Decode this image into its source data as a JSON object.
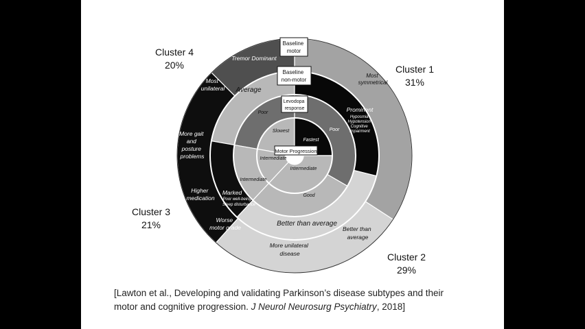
{
  "clusters": [
    {
      "name": "Cluster 1",
      "pct": "31%",
      "color": "#a3a3a3"
    },
    {
      "name": "Cluster 2",
      "pct": "29%",
      "color": "#d4d4d4"
    },
    {
      "name": "Cluster 3",
      "pct": "21%",
      "color": "#0e0e0e"
    },
    {
      "name": "Cluster 4",
      "pct": "20%",
      "color": "#4f4f4f"
    }
  ],
  "ring_titles": {
    "baseline_motor": [
      "Baseline",
      "motor"
    ],
    "baseline_nonmotor": [
      "Baseline",
      "non-motor"
    ],
    "levodopa": [
      "Levodopa",
      "response"
    ],
    "progression": "Motor Progression"
  },
  "outer_labels": {
    "c4_top": "Tremor  Dominant",
    "c4_left": [
      "Most",
      "unilateral"
    ],
    "c1": [
      "Most",
      "symmetrical"
    ],
    "c2_right": [
      "Better than",
      "average"
    ],
    "c2_bottom": [
      "More unilateral",
      "disease"
    ],
    "c3_top": [
      "More gait",
      "and",
      "posture",
      "problems"
    ],
    "c3_mid": [
      "Higher",
      "medication"
    ],
    "c3_bottom": [
      "Worse",
      "motor grade"
    ]
  },
  "nonmotor_labels": {
    "c4": "Average",
    "c1_title": "Prominent",
    "c1_details": [
      "Hyposmia",
      "Hypotension",
      "Cognitive",
      "impairment"
    ],
    "c2": "Better than average",
    "c3_title": "Marked",
    "c3_details": [
      "Poor well-being",
      "Sleep disturbance"
    ]
  },
  "levodopa_labels": {
    "c4": "Poor",
    "c1": "Poor",
    "c2": "Good",
    "c3": "Intermediate"
  },
  "progression_labels": {
    "c4": "Slowest",
    "c1": "Fastest",
    "c2": "Intermediate",
    "c3": "Intermediate"
  },
  "citation": {
    "line1": "[Lawton et al., Developing and validating Parkinson’s disease  subtypes and their",
    "line2_pre": "motor and cognitive progression. ",
    "journal": "J Neurol Neurosurg Psychiatry",
    "line2_post": ", 2018]"
  }
}
